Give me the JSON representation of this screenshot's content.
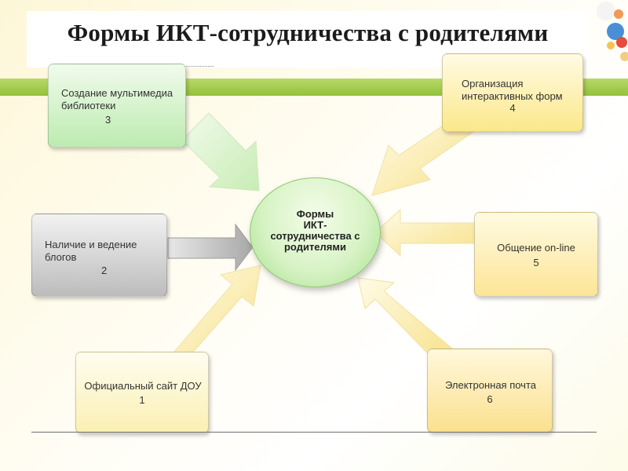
{
  "slide": {
    "title": "Формы ИКТ-сотрудничества с родителями"
  },
  "diagram": {
    "center": {
      "text": "Формы\nИКТ-\nсотрудничества с\nродителями"
    },
    "nodes": [
      {
        "id": "n1",
        "label": "Официальный сайт ДОУ",
        "number": "1"
      },
      {
        "id": "n2",
        "label": "Наличие и ведение\nблогов",
        "number": "2"
      },
      {
        "id": "n3",
        "label": "Создание мультимедиа\nбиблиотеки",
        "number": "3"
      },
      {
        "id": "n4",
        "label": "Организация\nинтерактивных форм",
        "number": "4"
      },
      {
        "id": "n5",
        "label": "Общение on-line",
        "number": "5"
      },
      {
        "id": "n6",
        "label": "Электронная почта",
        "number": "6"
      }
    ]
  },
  "colors": {
    "green_band": "#93c13a",
    "center_fill": "#d8f3c6",
    "yellow_arrow": "#f7e69a",
    "green_arrow": "#d4f1c0",
    "gray_arrow": "#b5b5b5"
  }
}
